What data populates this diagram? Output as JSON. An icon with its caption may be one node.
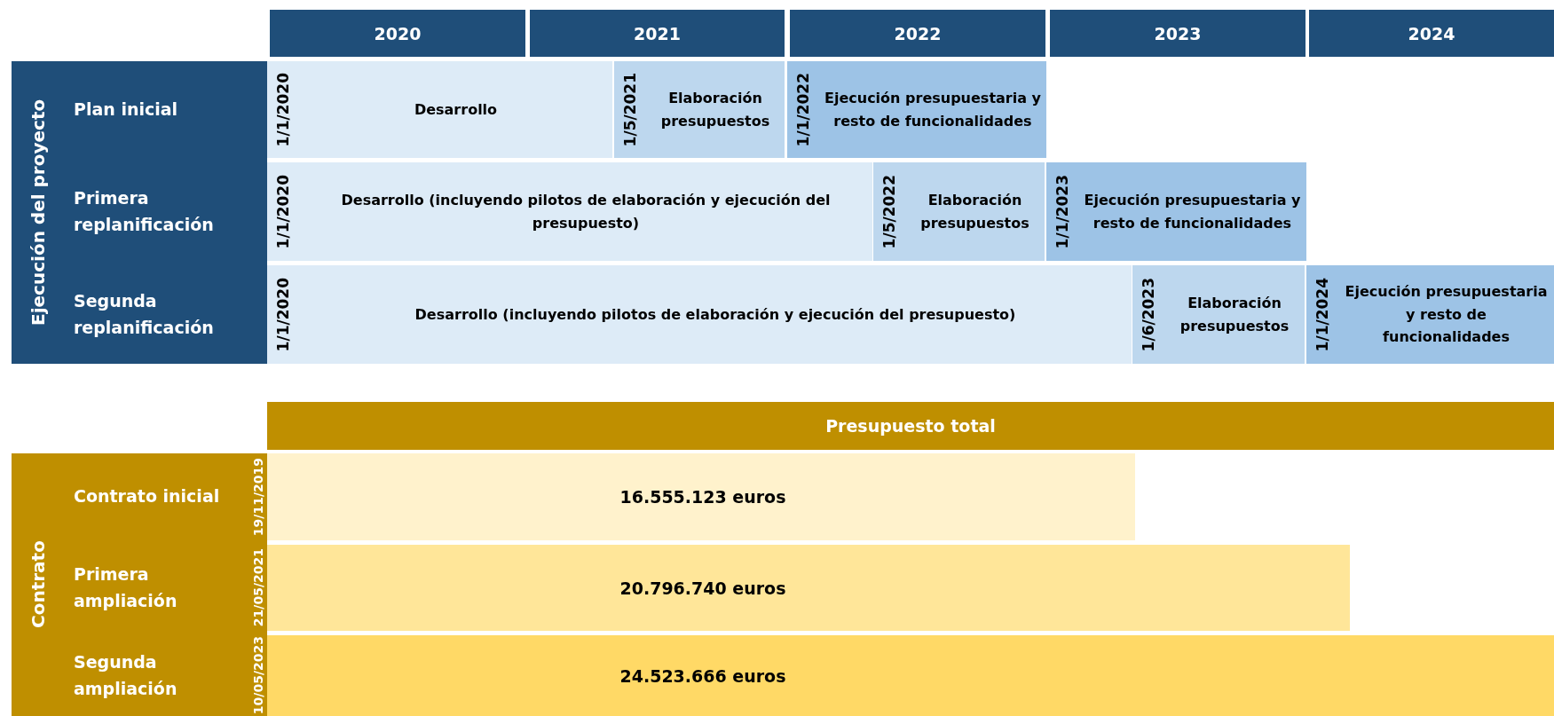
{
  "diagram": {
    "nodes": [
      {
        "text": [
          "2020"
        ]
      },
      {
        "text": [
          "2021"
        ]
      },
      {
        "text": [
          "2022"
        ]
      },
      {
        "text": [
          "2023"
        ]
      },
      {
        "text": [
          "2024"
        ]
      },
      {
        "text": [
          "Ejecución del proyecto"
        ]
      },
      {
        "text": [
          "Plan inicial"
        ],
        "in": 5
      },
      {
        "text": [
          "Primera replanificación"
        ],
        "in": 5
      },
      {
        "text": [
          "Segunda replanificación"
        ],
        "in": 5
      },
      {
        "text": [
          "1/1/2020",
          "Desarrollo"
        ]
      },
      {
        "text": [
          "1/5/2021",
          "Elaboración presupuestos"
        ]
      },
      {
        "text": [
          "1/1/2022",
          "Ejecución presupuestaria y resto de funcionalidades"
        ]
      },
      {
        "text": [
          "1/1/2020",
          "Desarrollo (incluyendo pilotos de elaboración y ejecución del presupuesto)"
        ]
      },
      {
        "text": [
          "1/5/2022",
          "Elaboración presupuestos"
        ]
      },
      {
        "text": [
          "1/1/2023",
          "Ejecución presupuestaria y resto de funcionalidades"
        ]
      },
      {
        "text": [
          "1/1/2020",
          "Desarrollo (incluyendo pilotos de elaboración y ejecución del presupuesto)"
        ]
      },
      {
        "text": [
          "1/6/2023",
          "Elaboración presupuestos"
        ]
      },
      {
        "text": [
          "1/1/2024",
          "Ejecución presupuestaria y resto de funcionalidades"
        ]
      },
      {
        "text": [
          "Presupuesto total"
        ]
      },
      {
        "text": [
          "Contrato"
        ]
      },
      {
        "text": [
          "Contrato inicial",
          "19/11/2019"
        ],
        "in": 19
      },
      {
        "text": [
          "Primera ampliación",
          "21/05/2021"
        ],
        "in": 19
      },
      {
        "text": [
          "Segunda ampliación",
          "10/05/2023"
        ],
        "in": 19
      },
      {
        "text": [
          "16.555.123 euros"
        ]
      },
      {
        "text": [
          "20.796.740 euros"
        ]
      },
      {
        "text": [
          "24.523.666 euros"
        ]
      }
    ]
  }
}
